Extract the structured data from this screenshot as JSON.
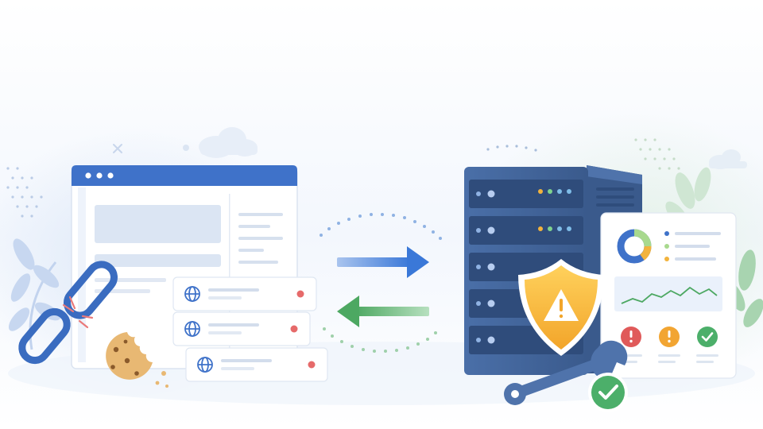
{
  "palette": {
    "primary_blue": "#3f6fc4",
    "light_blue_bg": "#e8f0fb",
    "green": "#5aaa6a",
    "shield_yellow": "#f5b733",
    "alert_red": "#e05a5a",
    "warning_orange": "#f2a532",
    "success_green": "#4caf6a",
    "server_dark": "#3b5a8f"
  },
  "icons": {
    "browser": "browser-window-icon",
    "broken_link": "broken-chain-link-icon",
    "cookie": "cookie-icon",
    "globe": "globe-icon",
    "right_arrow": "arrow-right-icon",
    "left_arrow": "arrow-left-icon",
    "server": "server-rack-icon",
    "shield": "shield-warning-icon",
    "wrench": "wrench-icon",
    "check": "check-circle-icon",
    "dashboard": "dashboard-panel-icon",
    "donut": "donut-chart-icon",
    "line_chart": "line-chart-icon"
  },
  "dashboard_status": [
    {
      "name": "error",
      "color": "#e05a5a"
    },
    {
      "name": "warning",
      "color": "#f2a532"
    },
    {
      "name": "ok",
      "color": "#4caf6a"
    }
  ]
}
